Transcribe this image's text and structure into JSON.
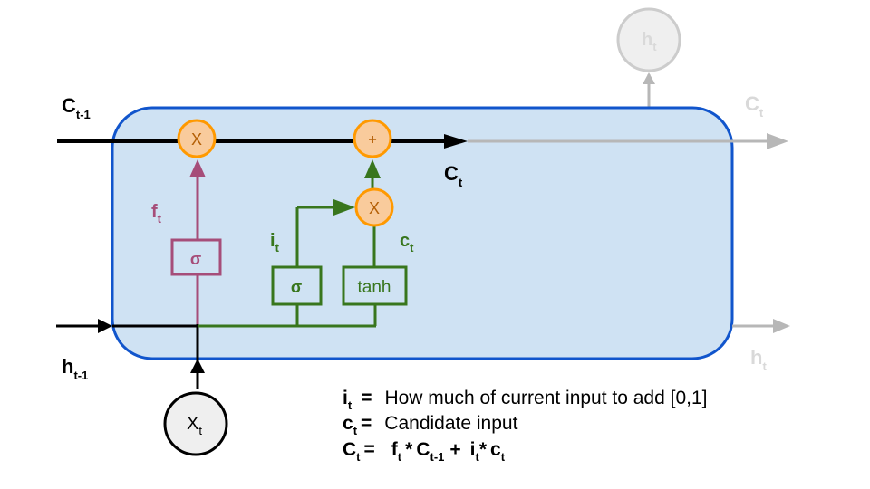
{
  "diagram": {
    "title": "LSTM cell - input gate and cell state update",
    "colors": {
      "cell_fill": "#cfe2f3",
      "cell_border": "#1155cc",
      "main_line": "#000000",
      "faded": "#b7b7b7",
      "faded_text": "#d9d9d9",
      "forget_gate": "#a64d79",
      "input_gate": "#38761d",
      "op_fill": "#f9cb9c",
      "op_border": "#ff9900",
      "op_text": "#b45f06",
      "input_node_fill": "#efefef"
    },
    "labels": {
      "c_prev": {
        "base": "C",
        "sub": "t-1"
      },
      "h_prev": {
        "base": "h",
        "sub": "t-1"
      },
      "c_out_dark": {
        "base": "C",
        "sub": "t"
      },
      "c_out_faded": {
        "base": "C",
        "sub": "t"
      },
      "h_out_faded": {
        "base": "h",
        "sub": "t"
      },
      "h_top_node": {
        "base": "h",
        "sub": "t"
      },
      "x_input": {
        "base": "X",
        "sub": "t"
      },
      "f_gate": {
        "base": "f",
        "sub": "t"
      },
      "i_gate": {
        "base": "i",
        "sub": "t"
      },
      "c_candidate": {
        "base": "c",
        "sub": "t"
      }
    },
    "operators": {
      "forget_multiply": "X",
      "cell_add": "+",
      "input_multiply": "X"
    },
    "gates": {
      "forget_sigma": "σ",
      "input_sigma": "σ",
      "candidate_tanh": "tanh"
    },
    "legend": [
      {
        "sym": "i",
        "sub": "t",
        "eq": "=",
        "text": "How much of current input to add [0,1]"
      },
      {
        "sym": "c",
        "sub": "t",
        "eq": "=",
        "text": "Candidate input"
      }
    ],
    "formula": {
      "lhs": {
        "sym": "C",
        "sub": "t"
      },
      "eq": "=",
      "t1a": "f",
      "t1a_sub": "t",
      "op1": "*",
      "t1b": "C",
      "t1b_sub": "t-1",
      "plus": "+",
      "t2a": "i",
      "t2a_sub": "t",
      "op2": "*",
      "t2b": "c",
      "t2b_sub": "t"
    }
  }
}
